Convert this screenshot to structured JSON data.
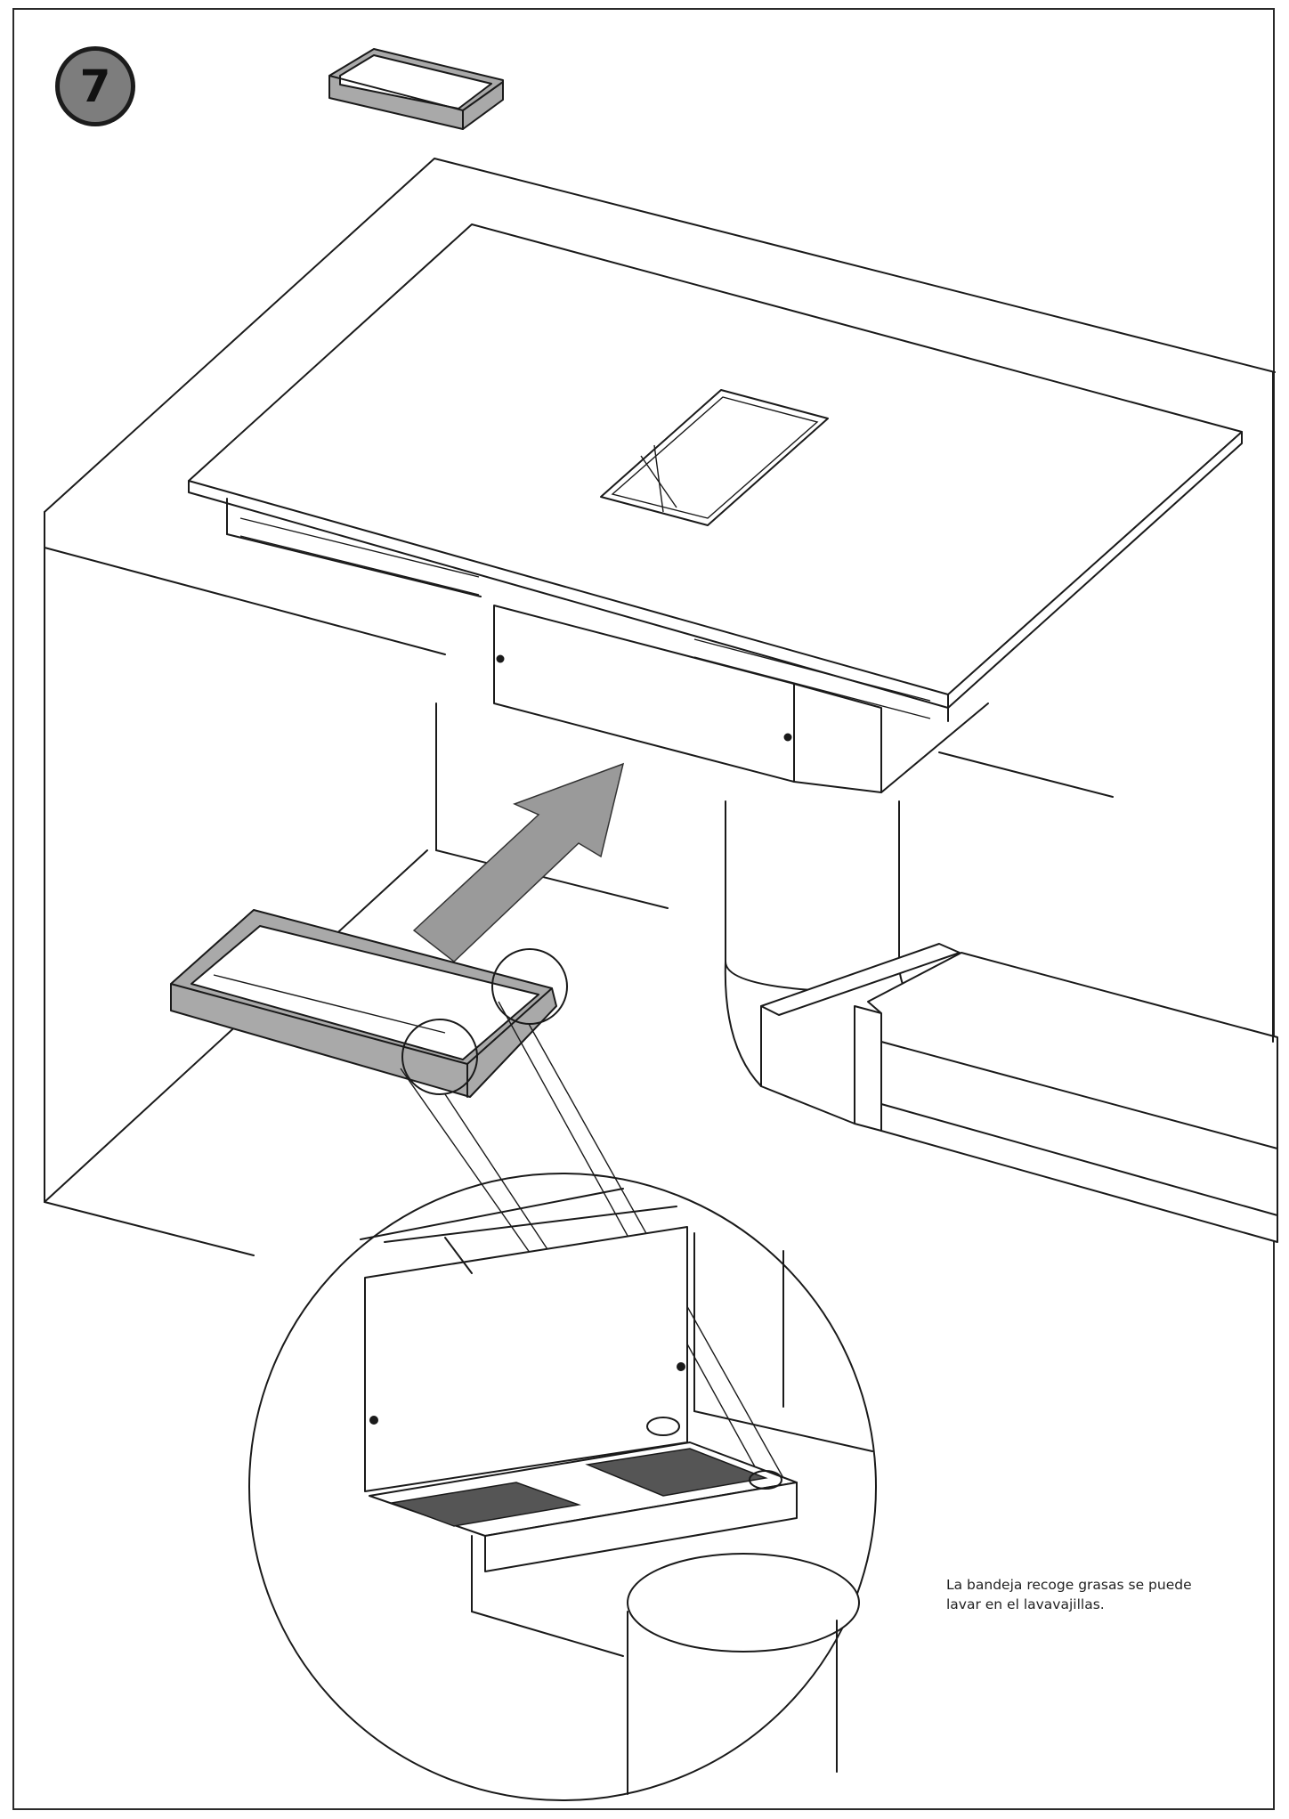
{
  "step": {
    "number": "7"
  },
  "caption": {
    "line1": "La bandeja recoge grasas se puede",
    "line2": "lavar en el lavavajillas."
  },
  "colors": {
    "arrow": "#9a9a9a",
    "tray": "#a9a9a9",
    "badge": "#7d7d7d",
    "line": "#1a1a1a"
  },
  "icons": [
    "insertion-arrow-icon"
  ]
}
